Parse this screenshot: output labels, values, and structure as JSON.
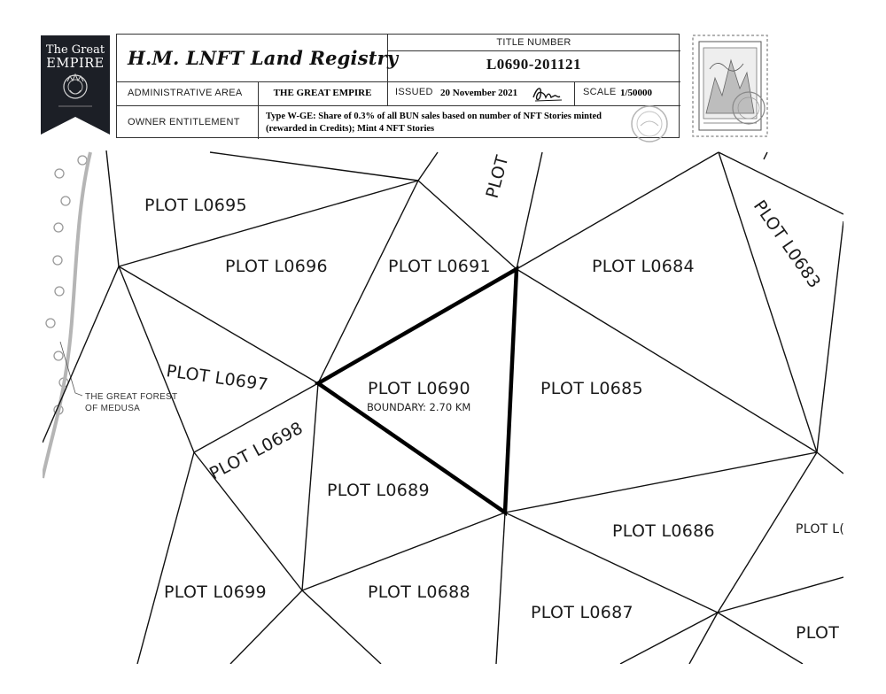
{
  "banner": {
    "line1": "The Great",
    "line2": "EMPIRE",
    "color": "#1c1f26"
  },
  "header": {
    "registry_title": "H.M. LNFT Land Registry",
    "title_number_label": "TITLE NUMBER",
    "title_number": "L0690-201121",
    "admin_area_label": "ADMINISTRATIVE AREA",
    "admin_area_value": "THE GREAT EMPIRE",
    "issued_label": "ISSUED",
    "issued_value": "20 November 2021",
    "scale_label": "SCALE",
    "scale_value": "1/50000",
    "owner_label": "OWNER ENTITLEMENT",
    "owner_value_line1": "Type W-GE: Share of 0.3% of all BUN sales based on number of NFT Stories minted",
    "owner_value_line2": "(rewarded in Credits); Mint 4 NFT Stories"
  },
  "map": {
    "plots": {
      "l0695": "PLOT L0695",
      "l0696": "PLOT L0696",
      "l0691": "PLOT L0691",
      "l0684": "PLOT L0684",
      "l0683": "PLOT L0683",
      "plot_top": "PLOT",
      "l0697": "PLOT L0697",
      "l0690": "PLOT L0690",
      "l0685": "PLOT L0685",
      "l0698": "PLOT L0698",
      "l0689": "PLOT L0689",
      "l0686": "PLOT L0686",
      "plot_right_cut": "PLOT L(",
      "l0699": "PLOT L0699",
      "l0688": "PLOT L0688",
      "l0687": "PLOT L0687",
      "plot_bottom_right": "PLOT"
    },
    "boundary": "BOUNDARY: 2.70 KM",
    "forest_line1": "THE GREAT FOREST",
    "forest_line2": "OF MEDUSA"
  }
}
